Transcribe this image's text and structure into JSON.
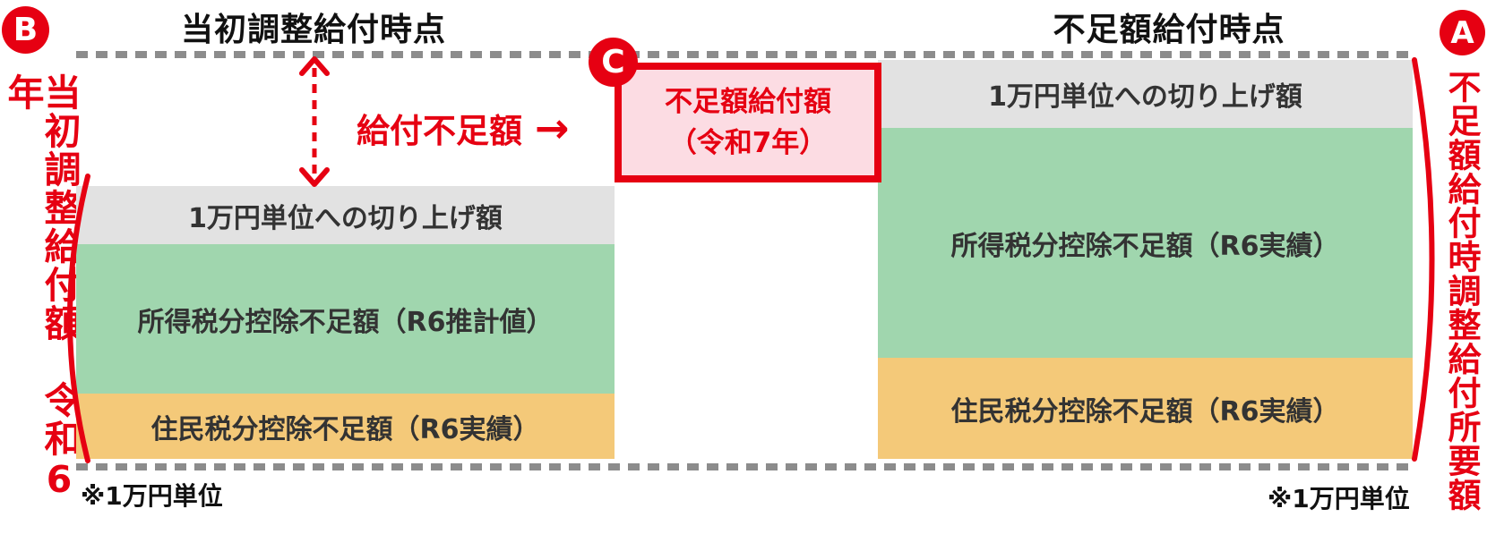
{
  "headings": {
    "left": "当初調整給付時点",
    "right": "不足額給付時点"
  },
  "badges": {
    "b": "B",
    "a": "A",
    "c": "C"
  },
  "side_labels": {
    "left": "当初調整給付額　令和6年",
    "right": "不足額給付時調整給付所要額"
  },
  "stacks": {
    "left": {
      "segments": [
        {
          "label": "1万円単位への切り上げ額",
          "color": "#e2e2e2"
        },
        {
          "label": "所得税分控除不足額（R6推計値）",
          "color": "#a0d6ae"
        },
        {
          "label": "住民税分控除不足額（R6実績）",
          "color": "#f4c979"
        }
      ]
    },
    "right": {
      "segments": [
        {
          "label": "1万円単位への切り上げ額",
          "color": "#e2e2e2"
        },
        {
          "label": "所得税分控除不足額（R6実績）",
          "color": "#a0d6ae"
        },
        {
          "label": "住民税分控除不足額（R6実績）",
          "color": "#f4c979"
        }
      ]
    }
  },
  "shortfall_box": {
    "line1": "不足額給付額",
    "line2": "（令和7年）"
  },
  "annotation": {
    "gap_label": "給付不足額",
    "arrow_right": "→",
    "note_left": "※1万円単位",
    "note_right": "※1万円単位"
  },
  "colors": {
    "accent_red": "#e60012",
    "box_fill": "#fcdce3",
    "segment_gray": "#e2e2e2",
    "segment_green": "#a0d6ae",
    "segment_orange": "#f4c979",
    "dotted_gray": "#8c8c8c"
  }
}
